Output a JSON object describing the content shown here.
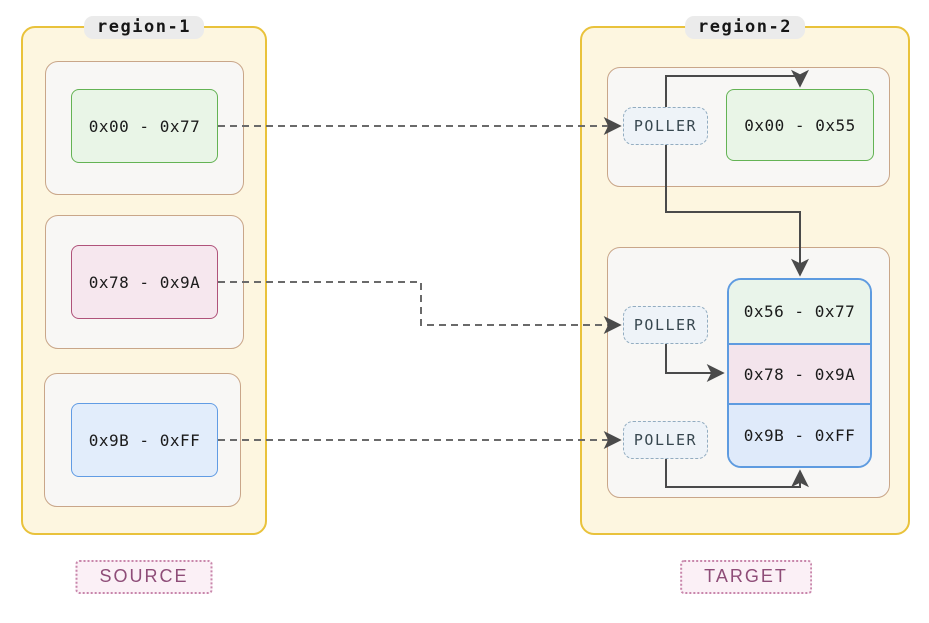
{
  "diagram": {
    "source_region": {
      "label": "region-1",
      "tag": "SOURCE",
      "blocks": [
        {
          "range": "0x00 - 0x77",
          "color_name": "green"
        },
        {
          "range": "0x78 - 0x9A",
          "color_name": "pink"
        },
        {
          "range": "0x9B - 0xFF",
          "color_name": "blue"
        }
      ]
    },
    "target_region": {
      "label": "region-2",
      "tag": "TARGET",
      "pollers": [
        {
          "label": "POLLER"
        },
        {
          "label": "POLLER"
        },
        {
          "label": "POLLER"
        }
      ],
      "upper_block": {
        "range": "0x00 - 0x55",
        "color_name": "green"
      },
      "stacked_blocks": [
        {
          "range": "0x56 - 0x77",
          "color_name": "green"
        },
        {
          "range": "0x78 - 0x9A",
          "color_name": "pink"
        },
        {
          "range": "0x9B - 0xFF",
          "color_name": "blue"
        }
      ]
    },
    "connections": {
      "dashed": [
        {
          "from": "source 0x00 - 0x77",
          "to": "poller-1"
        },
        {
          "from": "source 0x78 - 0x9A",
          "to": "poller-2"
        },
        {
          "from": "source 0x9B - 0xFF",
          "to": "poller-3"
        }
      ],
      "solid": [
        {
          "from": "poller-1",
          "to": "target 0x00 - 0x55"
        },
        {
          "from": "poller-1",
          "to": "target 0x56 - 0x77"
        },
        {
          "from": "poller-2",
          "to": "target 0x78 - 0x9A"
        },
        {
          "from": "poller-3",
          "to": "target 0x9B - 0xFF"
        }
      ]
    },
    "colors": {
      "region_fill": "#fdf6e0",
      "region_border": "#e9c23b",
      "subbox_fill": "#f8f7f5",
      "subbox_border": "#c9a689",
      "green_fill": "#e9f5e7",
      "green_border": "#64b354",
      "pink_fill": "#f6e7ee",
      "pink_border": "#b0537a",
      "blue_fill": "#e2edfb",
      "blue_border": "#619ce4",
      "stacked_border": "#5e9be0",
      "poller_fill": "#eef3f8",
      "poller_border": "#92acc0",
      "label_pill_bg": "#ebebeb",
      "tag_fill": "#fbf0f6",
      "tag_border": "#c886ab",
      "tag_text": "#8e4d78",
      "solid_arrow": "#4a4a4a",
      "dashed_arrow": "#6a6a6a"
    }
  }
}
